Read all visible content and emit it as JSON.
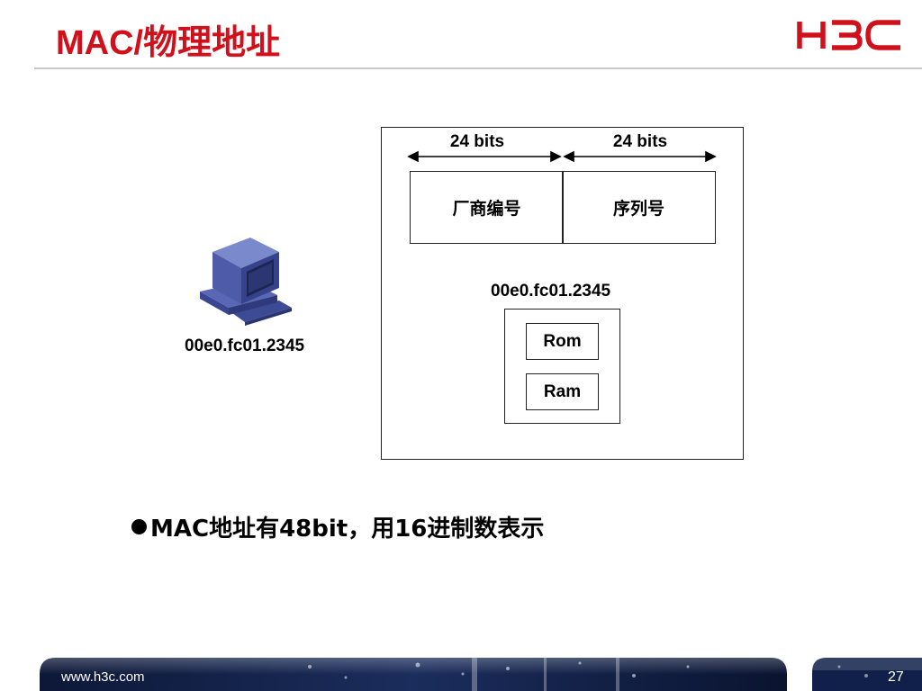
{
  "slide": {
    "title": "MAC/物理地址",
    "logo_text": "H3C",
    "footer_url": "www.h3c.com",
    "page_number": "27"
  },
  "diagram": {
    "bits_left": "24 bits",
    "bits_right": "24 bits",
    "field_vendor": "厂商编号",
    "field_serial": "序列号",
    "nic_mac": "00e0.fc01.2345",
    "rom_label": "Rom",
    "ram_label": "Ram",
    "pc_mac": "00e0.fc01.2345"
  },
  "bullet": {
    "text": "MAC地址有48bit，用16进制数表示"
  },
  "colors": {
    "title": "#d0101b",
    "logo": "#d0101b",
    "computer": "#4a5aa8",
    "footer": "#0a1a3a"
  }
}
